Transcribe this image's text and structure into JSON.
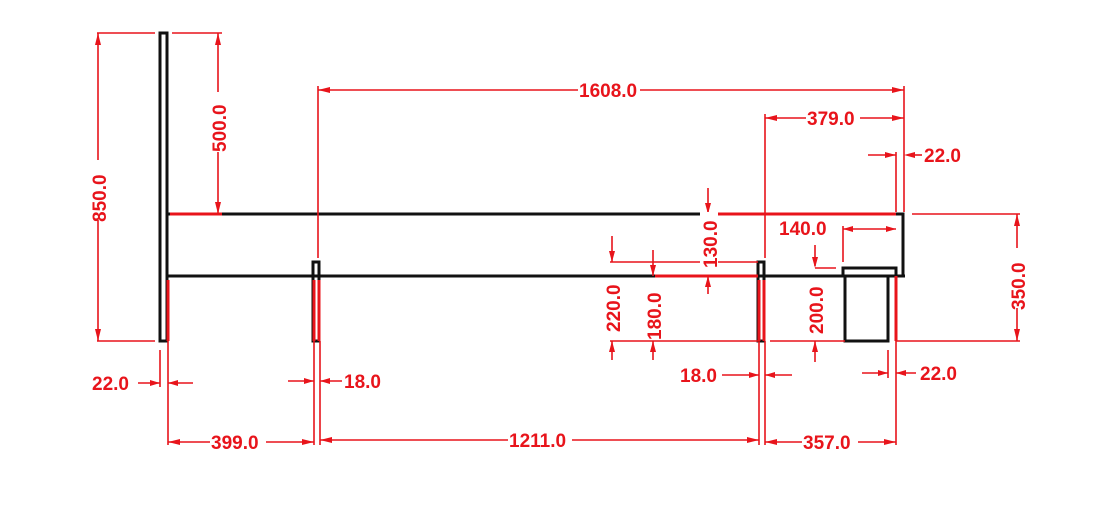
{
  "drawing": {
    "type": "technical dimension drawing (side elevation)",
    "colors": {
      "object_lines": "#111111",
      "dimension_lines": "#e8141b",
      "background": "#ffffff"
    },
    "units_note": "",
    "dimensions": {
      "overall_height": "850.0",
      "upright_upper": "500.0",
      "top_length": "1608.0",
      "right_segment": "379.0",
      "right_post_thickness": "22.0",
      "beam_gap": "130.0",
      "end_offset": "140.0",
      "beam_depth_right": "350.0",
      "leg_height_outer": "220.0",
      "leg_height_inner": "180.0",
      "box_height": "200.0",
      "left_post_thickness": "22.0",
      "left_leg_thickness": "18.0",
      "right_leg_thickness": "18.0",
      "box_wall_thickness": "22.0",
      "span_left": "399.0",
      "span_middle": "1211.0",
      "span_right": "357.0"
    }
  }
}
